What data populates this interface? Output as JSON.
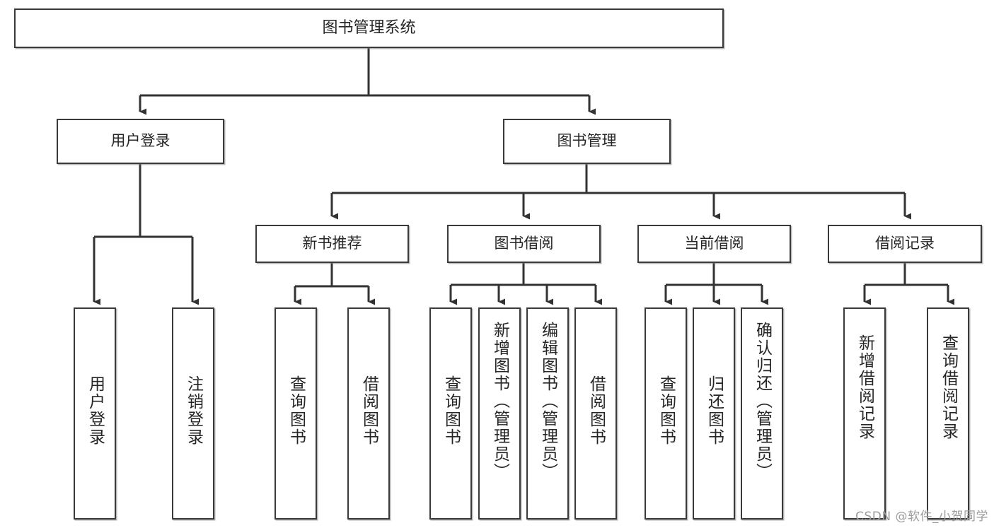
{
  "diagram": {
    "title": "图书管理系统",
    "type": "tree",
    "watermark": "CSDN @软件_小贺同学",
    "colors": {
      "box_border": "#3a3a3a",
      "box_fill": "#ffffff",
      "text": "#262626",
      "edge": "#333333",
      "watermark": "#9b9b9b"
    },
    "nodes": {
      "root": {
        "label": "图书管理系统"
      },
      "level1": [
        {
          "id": "user-login",
          "label": "用户登录"
        },
        {
          "id": "book-manage",
          "label": "图书管理"
        }
      ],
      "level2": [
        {
          "id": "new-book-rec",
          "label": "新书推荐"
        },
        {
          "id": "book-borrow",
          "label": "图书借阅"
        },
        {
          "id": "current-borrow",
          "label": "当前借阅"
        },
        {
          "id": "borrow-record",
          "label": "借阅记录"
        }
      ],
      "leaves": {
        "user-login": [
          {
            "id": "leaf-user-login",
            "label": "用户登录"
          },
          {
            "id": "leaf-logout",
            "label": "注销登录"
          }
        ],
        "new-book-rec": [
          {
            "id": "leaf-query-book-1",
            "label": "查询图书"
          },
          {
            "id": "leaf-borrow-book-1",
            "label": "借阅图书"
          }
        ],
        "book-borrow": [
          {
            "id": "leaf-query-book-2",
            "label": "查询图书"
          },
          {
            "id": "leaf-add-book",
            "label": "新增图书（管理员）"
          },
          {
            "id": "leaf-edit-book",
            "label": "编辑图书（管理员）"
          },
          {
            "id": "leaf-borrow-book-2",
            "label": "借阅图书"
          }
        ],
        "current-borrow": [
          {
            "id": "leaf-query-book-3",
            "label": "查询图书"
          },
          {
            "id": "leaf-return-book",
            "label": "归还图书"
          },
          {
            "id": "leaf-confirm-return",
            "label": "确认归还（管理员）"
          }
        ],
        "borrow-record": [
          {
            "id": "leaf-add-record",
            "label": "新增借阅记录"
          },
          {
            "id": "leaf-query-record",
            "label": "查询借阅记录"
          }
        ]
      }
    }
  }
}
